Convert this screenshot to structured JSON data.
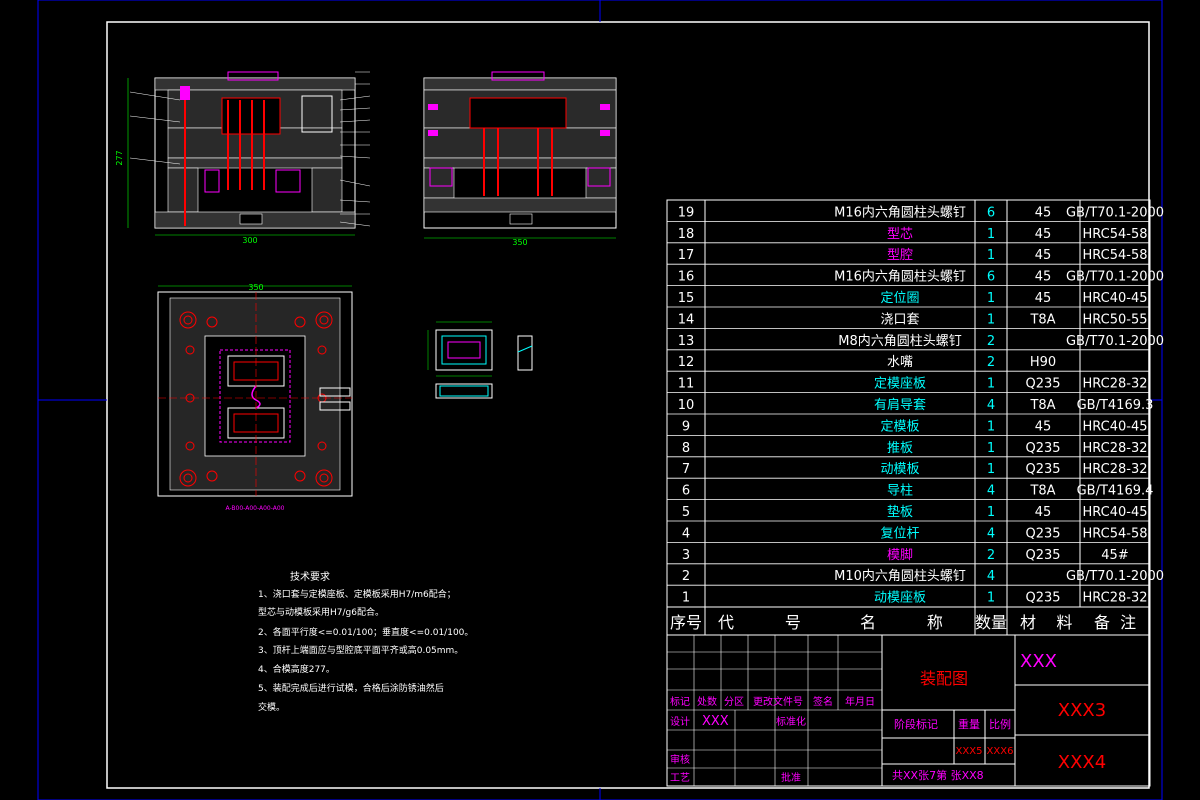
{
  "dimensions": {
    "front_width": "300",
    "side_width": "350",
    "height": "277",
    "plan_width": "350"
  },
  "plan_note": "A-B00-A00-A00-A00",
  "technical_requirements": {
    "title": "技术要求",
    "lines": [
      "1、浇口套与定模座板、定模板采用H7/m6配合；",
      "   型芯与动模板采用H7/g6配合。",
      "2、各面平行度<=0.01/100；垂直度<=0.01/100。",
      "3、顶杆上端面应与型腔底平面平齐或高0.05mm。",
      "4、合模高度277。",
      "5、装配完成后进行试模，合格后涂防锈油然后",
      "   交模。"
    ]
  },
  "bom": [
    {
      "no": "19",
      "name": "M16内六角圆柱头螺钉",
      "qty": "6",
      "material": "45",
      "note": "GB/T70.1-2000",
      "name_color": "#ffffff"
    },
    {
      "no": "18",
      "name": "型芯",
      "qty": "1",
      "material": "45",
      "note": "HRC54-58",
      "name_color": "#ff00ff"
    },
    {
      "no": "17",
      "name": "型腔",
      "qty": "1",
      "material": "45",
      "note": "HRC54-58",
      "name_color": "#ff00ff"
    },
    {
      "no": "16",
      "name": "M16内六角圆柱头螺钉",
      "qty": "6",
      "material": "45",
      "note": "GB/T70.1-2000",
      "name_color": "#ffffff"
    },
    {
      "no": "15",
      "name": "定位圈",
      "qty": "1",
      "material": "45",
      "note": "HRC40-45",
      "name_color": "#00ffff"
    },
    {
      "no": "14",
      "name": "浇口套",
      "qty": "1",
      "material": "T8A",
      "note": "HRC50-55",
      "name_color": "#ffffff"
    },
    {
      "no": "13",
      "name": "M8内六角圆柱头螺钉",
      "qty": "2",
      "material": "",
      "note": "GB/T70.1-2000",
      "name_color": "#ffffff"
    },
    {
      "no": "12",
      "name": "水嘴",
      "qty": "2",
      "material": "H90",
      "note": "",
      "name_color": "#ffffff"
    },
    {
      "no": "11",
      "name": "定模座板",
      "qty": "1",
      "material": "Q235",
      "note": "HRC28-32",
      "name_color": "#00ffff"
    },
    {
      "no": "10",
      "name": "有肩导套",
      "qty": "4",
      "material": "T8A",
      "note": "GB/T4169.3",
      "name_color": "#00ffff"
    },
    {
      "no": "9",
      "name": "定模板",
      "qty": "1",
      "material": "45",
      "note": "HRC40-45",
      "name_color": "#00ffff"
    },
    {
      "no": "8",
      "name": "推板",
      "qty": "1",
      "material": "Q235",
      "note": "HRC28-32",
      "name_color": "#00ffff"
    },
    {
      "no": "7",
      "name": "动模板",
      "qty": "1",
      "material": "Q235",
      "note": "HRC28-32",
      "name_color": "#00ffff"
    },
    {
      "no": "6",
      "name": "导柱",
      "qty": "4",
      "material": "T8A",
      "note": "GB/T4169.4",
      "name_color": "#00ffff"
    },
    {
      "no": "5",
      "name": "垫板",
      "qty": "1",
      "material": "45",
      "note": "HRC40-45",
      "name_color": "#00ffff"
    },
    {
      "no": "4",
      "name": "复位杆",
      "qty": "4",
      "material": "Q235",
      "note": "HRC54-58",
      "name_color": "#00ffff"
    },
    {
      "no": "3",
      "name": "模脚",
      "qty": "2",
      "material": "Q235",
      "note": "45#",
      "name_color": "#ff00ff"
    },
    {
      "no": "2",
      "name": "M10内六角圆柱头螺钉",
      "qty": "4",
      "material": "",
      "note": "GB/T70.1-2000",
      "name_color": "#ffffff"
    },
    {
      "no": "1",
      "name": "动模座板",
      "qty": "1",
      "material": "Q235",
      "note": "HRC28-32",
      "name_color": "#00ffff"
    }
  ],
  "bom_header": {
    "no": "序号",
    "code": "代          号",
    "name": "名          称",
    "qty": "数量",
    "material": "材    料",
    "note": "备  注"
  },
  "title_block": {
    "drawing_title": "装配图",
    "field_xxx": "XXX",
    "field_xxx3": "XXX3",
    "field_xxx4": "XXX4",
    "field_xxx5": "XXX5",
    "field_xxx6": "XXX6",
    "sheet_info": "共XX张7第  张XX8",
    "designer": "XXX",
    "labels": {
      "mark": "标记",
      "count": "处数",
      "zone": "分区",
      "change_doc": "更改文件号",
      "sign": "签名",
      "date": "年月日",
      "design": "设计",
      "standard": "标准化",
      "review": "审核",
      "process": "工艺",
      "approve": "批准",
      "stage": "阶段标记",
      "weight": "重量",
      "scale": "比例"
    }
  },
  "colors": {
    "frame": "#ffffff",
    "accent_blue": "#0000ff",
    "cyan": "#00ffff",
    "magenta": "#ff00ff",
    "red": "#ff0000",
    "green": "#00ff00"
  }
}
